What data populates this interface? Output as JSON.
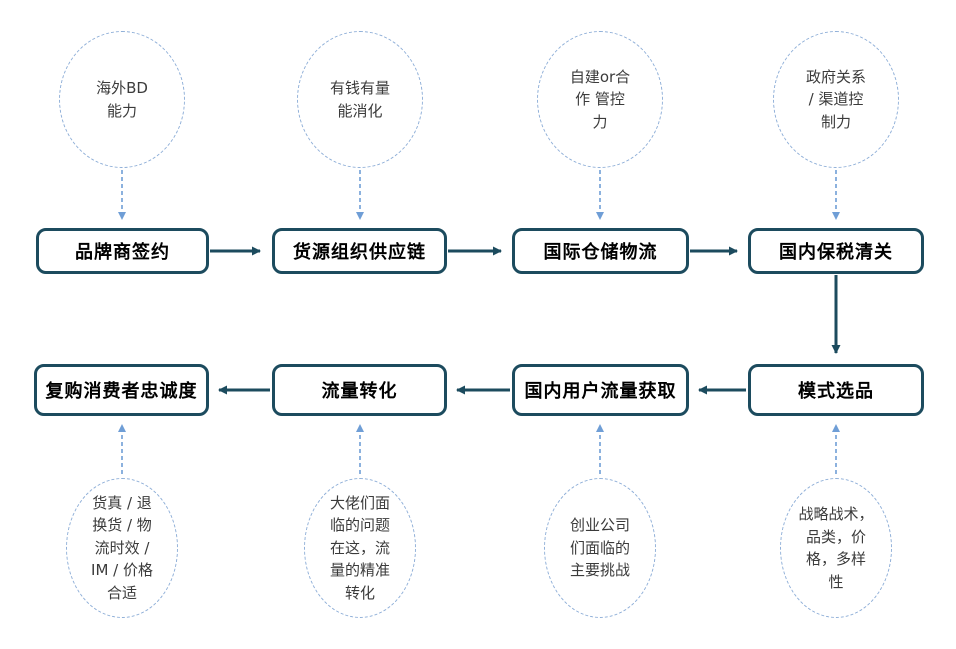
{
  "diagram": {
    "type": "flowchart",
    "colors": {
      "box_border": "#1c4b5e",
      "solid_arrow": "#1c4b5e",
      "circle_border": "#8fafd8",
      "dashed_arrow": "#6f9ed6",
      "box_text": "#000000",
      "circle_text": "#3b3b3b",
      "background": "#ffffff"
    },
    "top_circles": [
      {
        "text": "海外BD\n能力"
      },
      {
        "text": "有钱有量\n能消化"
      },
      {
        "text": "自建or合\n作 管控\n力"
      },
      {
        "text": "政府关系\n/ 渠道控\n制力"
      }
    ],
    "top_boxes": [
      {
        "label": "品牌商签约"
      },
      {
        "label": "货源组织供应链"
      },
      {
        "label": "国际仓储物流"
      },
      {
        "label": "国内保税清关"
      }
    ],
    "bottom_boxes": [
      {
        "label": "复购消费者忠诚度"
      },
      {
        "label": "流量转化"
      },
      {
        "label": "国内用户流量获取"
      },
      {
        "label": "模式选品"
      }
    ],
    "bottom_circles": [
      {
        "text": "货真 / 退\n换货 / 物\n流时效 /\nIM / 价格\n合适"
      },
      {
        "text": "大佬们面\n临的问题\n在这，流\n量的精准\n转化"
      },
      {
        "text": "创业公司\n们面临的\n主要挑战"
      },
      {
        "text": "战略战术，\n品类，价\n格，多样\n性"
      }
    ],
    "flow_order": [
      "品牌商签约",
      "货源组织供应链",
      "国际仓储物流",
      "国内保税清关",
      "模式选品",
      "国内用户流量获取",
      "流量转化",
      "复购消费者忠诚度"
    ]
  }
}
